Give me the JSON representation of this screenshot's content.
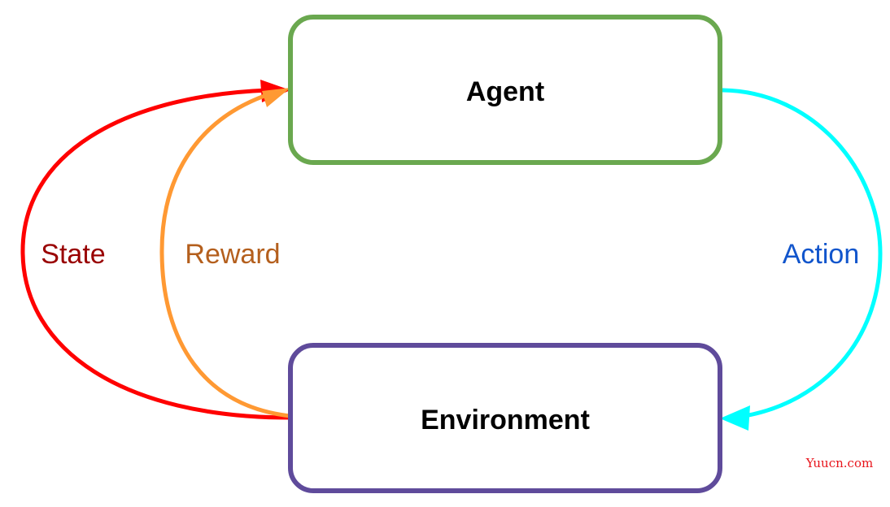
{
  "nodes": {
    "agent": {
      "label": "Agent",
      "border_color": "#6aa84f"
    },
    "environment": {
      "label": "Environment",
      "border_color": "#5f4b9b"
    }
  },
  "edges": {
    "state": {
      "label": "State",
      "stroke_color": "#ff0000",
      "label_color": "#990000"
    },
    "reward": {
      "label": "Reward",
      "stroke_color": "#ff9933",
      "label_color": "#b45f1d"
    },
    "action": {
      "label": "Action",
      "stroke_color": "#00ffff",
      "label_color": "#1155cc"
    }
  },
  "watermark": {
    "text": "Yuucn.com",
    "color": "#e8141b"
  }
}
